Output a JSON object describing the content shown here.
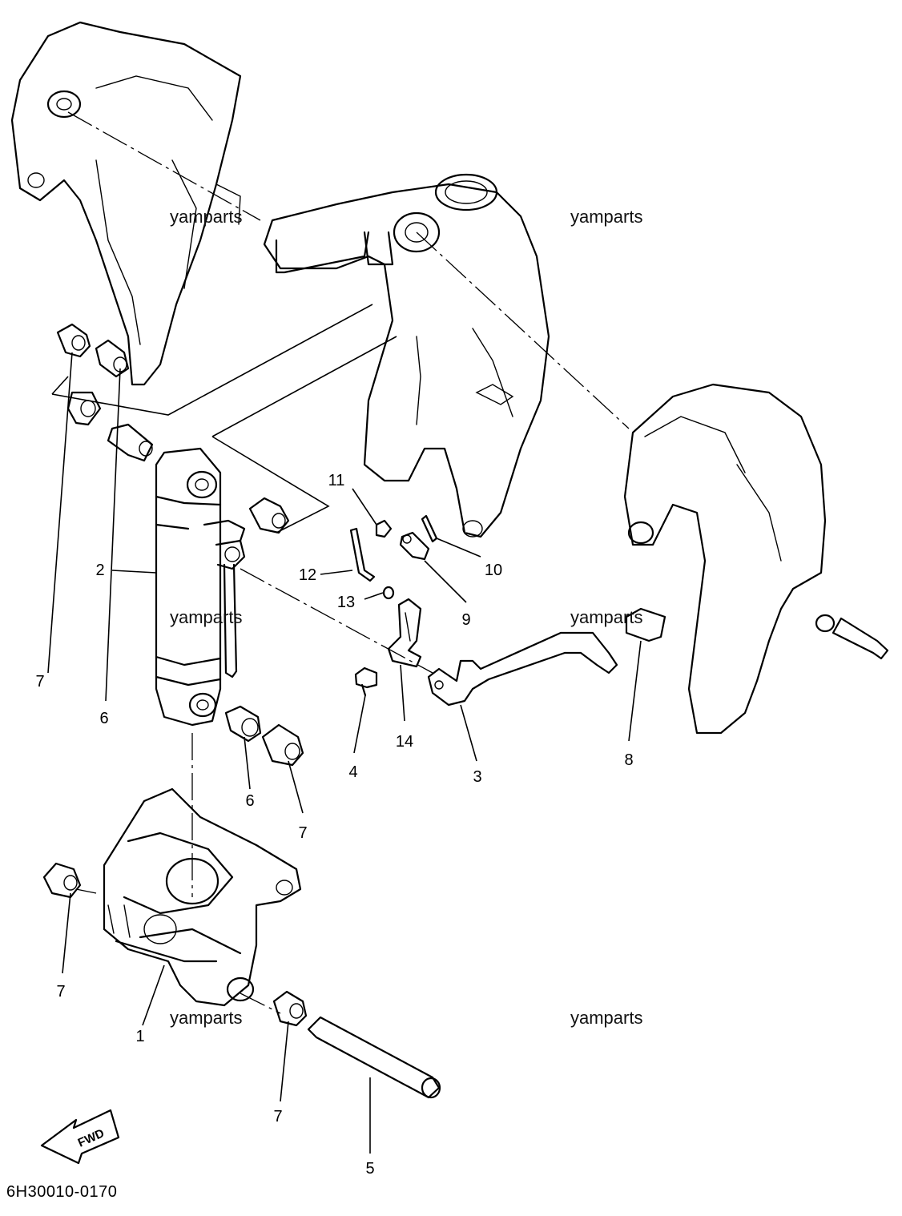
{
  "diagram_code": "6H30010-0170",
  "fwd_label": "FWD",
  "watermark_text": "yamparts",
  "callouts": [
    "1",
    "2",
    "3",
    "4",
    "5",
    "6",
    "6",
    "7",
    "7",
    "7",
    "7",
    "8",
    "9",
    "10",
    "11",
    "12",
    "13",
    "14"
  ]
}
